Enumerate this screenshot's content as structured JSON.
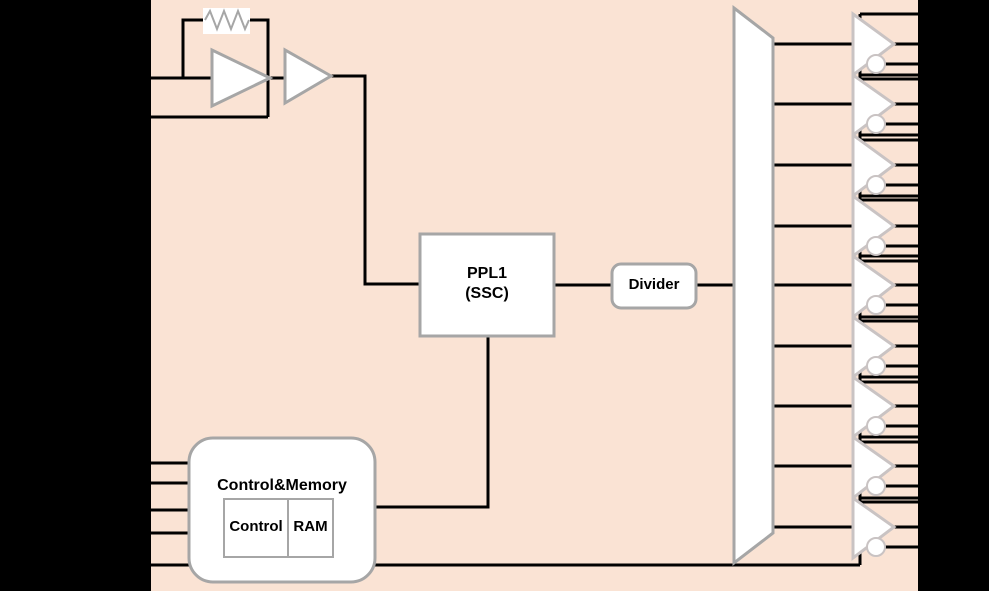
{
  "diagram": {
    "title": "Clock generator block diagram",
    "background_color": "#FAE3D4",
    "outside_color": "#000000",
    "wire_color": "#000000",
    "shape_fill": "#FFFFFF",
    "shape_stroke": "#A6A6A6"
  },
  "blocks": {
    "pll": {
      "label_line1": "PPL1",
      "label_line2": "(SSC)",
      "shape": "rectangle"
    },
    "divider": {
      "label": "Divider",
      "shape": "rounded-rectangle"
    },
    "control_memory": {
      "title": "Control&Memory",
      "shape": "rounded-rectangle",
      "sub_blocks": [
        {
          "label": "Control"
        },
        {
          "label": "RAM"
        }
      ]
    },
    "fanout": {
      "label": "",
      "shape": "hexagonal-bus"
    }
  },
  "components": {
    "resistor": {
      "name": "feedback-resistor",
      "symbol": "zigzag"
    },
    "amplifier_1": {
      "name": "oscillator-amplifier",
      "symbol": "triangle"
    },
    "amplifier_2": {
      "name": "buffer-amplifier",
      "symbol": "triangle"
    },
    "output_buffers_count": 9,
    "output_buffer_type": "differential-buffer"
  },
  "ports": {
    "left_osc_pins": 2,
    "left_control_pins": 5,
    "output_pairs": 9
  }
}
